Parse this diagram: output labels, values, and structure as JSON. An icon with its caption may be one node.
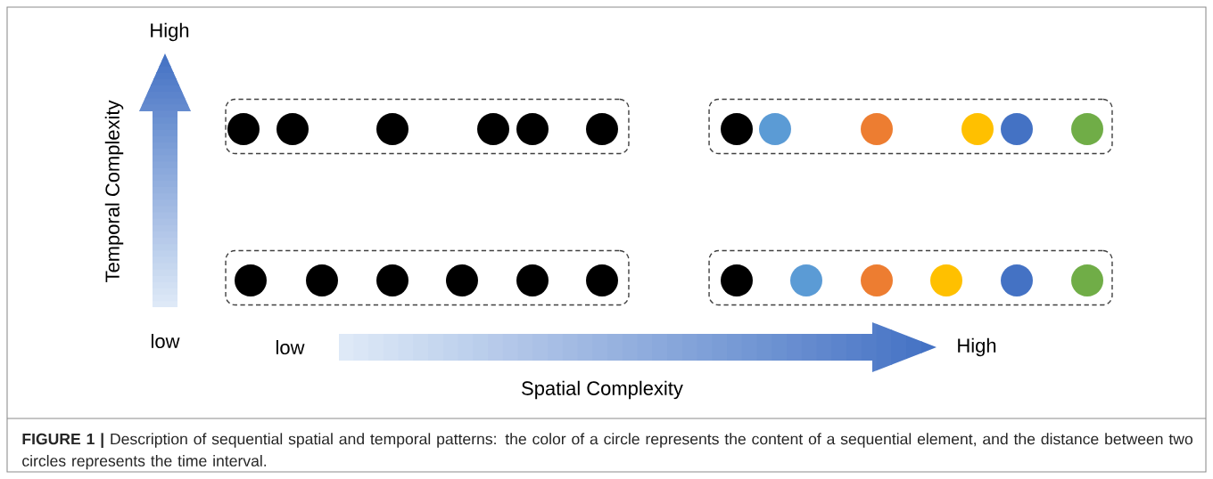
{
  "diagram": {
    "caption": "**FIGURE 1 |** Description of sequential spatial and temporal patterns: the color of a circle represents the content of a sequential element, and the distance between two circles represents the time interval.",
    "nodes": [
      {
        "text": [],
        "shape": "box"
      },
      {
        "text": [],
        "shape": "circle",
        "in": 0
      },
      {
        "text": [],
        "shape": "circle",
        "in": 0
      },
      {
        "text": [],
        "shape": "circle",
        "in": 0
      },
      {
        "text": [],
        "shape": "circle",
        "in": 0
      },
      {
        "text": [],
        "shape": "circle",
        "in": 0
      },
      {
        "text": [],
        "shape": "circle",
        "in": 0
      },
      {
        "text": [],
        "shape": "box"
      },
      {
        "text": [],
        "shape": "circle",
        "in": 7
      },
      {
        "text": [],
        "shape": "circle",
        "in": 7
      },
      {
        "text": [],
        "shape": "circle",
        "in": 7
      },
      {
        "text": [],
        "shape": "circle",
        "in": 7
      },
      {
        "text": [],
        "shape": "circle",
        "in": 7
      },
      {
        "text": [],
        "shape": "circle",
        "in": 7
      },
      {
        "text": [],
        "shape": "box"
      },
      {
        "text": [],
        "shape": "circle",
        "in": 14
      },
      {
        "text": [],
        "shape": "circle",
        "in": 14
      },
      {
        "text": [],
        "shape": "circle",
        "in": 14
      },
      {
        "text": [],
        "shape": "circle",
        "in": 14
      },
      {
        "text": [],
        "shape": "circle",
        "in": 14
      },
      {
        "text": [],
        "shape": "circle",
        "in": 14
      },
      {
        "text": [],
        "shape": "box"
      },
      {
        "text": [],
        "shape": "circle",
        "in": 21
      },
      {
        "text": [],
        "shape": "circle",
        "in": 21
      },
      {
        "text": [],
        "shape": "circle",
        "in": 21
      },
      {
        "text": [],
        "shape": "circle",
        "in": 21
      },
      {
        "text": [],
        "shape": "circle",
        "in": 21
      },
      {
        "text": [],
        "shape": "circle",
        "in": 21
      }
    ],
    "labels": [
      "High",
      "Temporal Complexity",
      "low",
      "low",
      "High",
      "Spatial Complexity"
    ]
  }
}
